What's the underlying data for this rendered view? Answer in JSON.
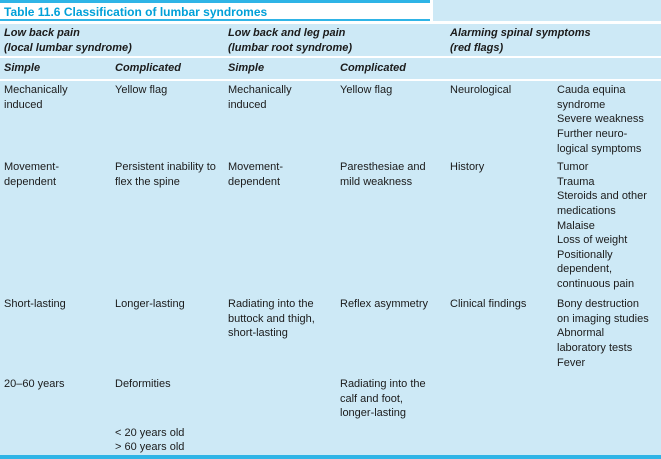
{
  "title": "Table 11.6 Classification of lumbar syndromes",
  "colors": {
    "accent_cyan": "#2fb4e6",
    "title_text": "#00a0d8",
    "band_blue": "#cde9f6",
    "text_ink": "#1b1b1b"
  },
  "groups": [
    {
      "label": "Low back pain",
      "sublabel": "(local lumbar syndrome)"
    },
    {
      "label": "Low back and leg pain",
      "sublabel": "(lumbar root syndrome)"
    },
    {
      "label": "Alarming spinal symptoms",
      "sublabel": "(red flags)"
    }
  ],
  "subheaders": [
    "Simple",
    "Complicated",
    "Simple",
    "Complicated",
    "",
    ""
  ],
  "chart_data": {
    "type": "table",
    "title": "Table 11.6 Classification of lumbar syndromes",
    "column_groups": [
      "Low back pain (local lumbar syndrome)",
      "Low back and leg pain (lumbar root syndrome)",
      "Alarming spinal symptoms (red flags)"
    ],
    "columns": [
      "Simple",
      "Complicated",
      "Simple",
      "Complicated",
      "",
      ""
    ]
  },
  "body_rows": [
    {
      "min_height": 77,
      "cells": [
        [
          "Mechanically induced"
        ],
        [
          "Yellow flag"
        ],
        [
          "Mechanically induced"
        ],
        [
          "Yellow flag"
        ],
        [
          "Neurological"
        ],
        [
          "Cauda equina syndrome",
          "Severe weakness",
          "Further neuro-logical symptoms"
        ]
      ]
    },
    {
      "min_height": 137,
      "cells": [
        [
          "Movement-dependent"
        ],
        [
          "Persistent inability to flex the spine"
        ],
        [
          "Movement-dependent"
        ],
        [
          "Paresthesiae and mild weakness"
        ],
        [
          "History"
        ],
        [
          "Tumor",
          "Trauma",
          "Steroids and other medications",
          "Malaise",
          "Loss of weight",
          "Positionally dependent, continuous pain"
        ]
      ]
    },
    {
      "min_height": 80,
      "cells": [
        [
          "Short-lasting"
        ],
        [
          "Longer-lasting"
        ],
        [
          "Radiating into the buttock and thigh, short-lasting"
        ],
        [
          "Reflex asymmetry"
        ],
        [
          "Clinical findings"
        ],
        [
          "Bony destruction on imaging studies",
          "Abnormal laboratory tests",
          "Fever"
        ]
      ]
    },
    {
      "min_height": 74,
      "cells": [
        [
          "20–60 years"
        ],
        [
          "Deformities",
          {
            "text": "< 20 years old",
            "gap": 34
          },
          "> 60 years old"
        ],
        [],
        [
          "Radiating into the calf and foot, longer-lasting"
        ],
        [],
        []
      ]
    }
  ]
}
